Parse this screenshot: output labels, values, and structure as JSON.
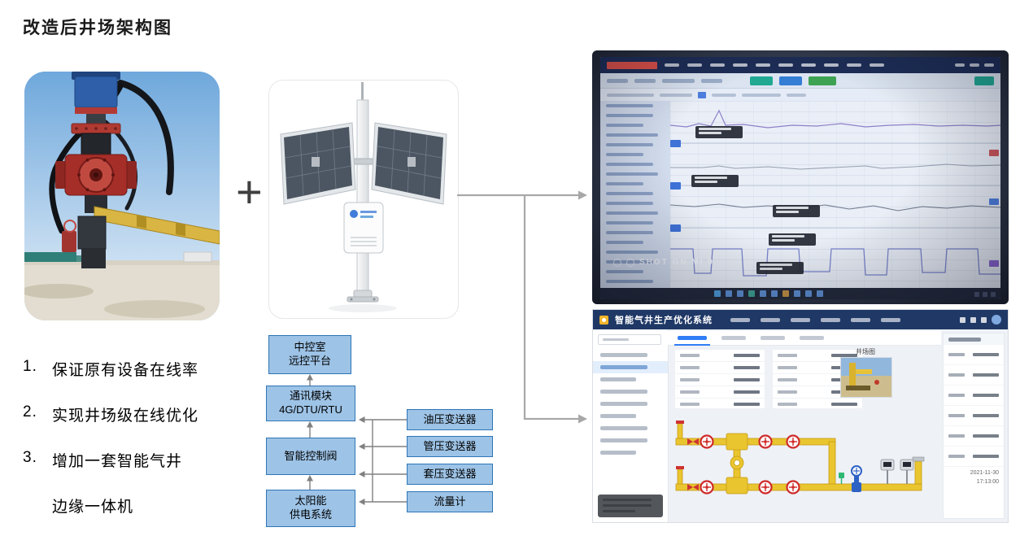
{
  "title": "改造后井场架构图",
  "plus_sign": "+",
  "notes": [
    {
      "num": "1.",
      "text": "保证原有设备在线率"
    },
    {
      "num": "2.",
      "text": "实现井场级在线优化"
    },
    {
      "num": "3.",
      "text": "增加一套智能气井"
    },
    {
      "num": "",
      "text": "边缘一体机"
    }
  ],
  "flow": {
    "control_room": {
      "line1": "中控室",
      "line2": "远控平台"
    },
    "comm_module": {
      "line1": "通讯模块",
      "line2": "4G/DTU/RTU"
    },
    "smart_valve": {
      "line1": "智能控制阀"
    },
    "solar_power": {
      "line1": "太阳能",
      "line2": "供电系统"
    },
    "sensors": [
      "油压变送器",
      "管压变送器",
      "套压变送器",
      "流量计"
    ]
  },
  "monitor": {
    "watermark": "SHOT ON MI 9"
  },
  "scada": {
    "title": "智能气井生产优化系统",
    "wellsite_label": "井场图",
    "timestamp_date": "2021-11-30",
    "timestamp_time": "17:13:00"
  },
  "colors": {
    "flow_box_fill": "#9DC3E6",
    "flow_box_border": "#2E75B6",
    "pipe_yellow": "#E9C52F",
    "valve_red": "#CF2B2B",
    "scada_header": "#1F3866",
    "monitor_header": "#16254D",
    "arrow_gray": "#A8A8A8"
  }
}
